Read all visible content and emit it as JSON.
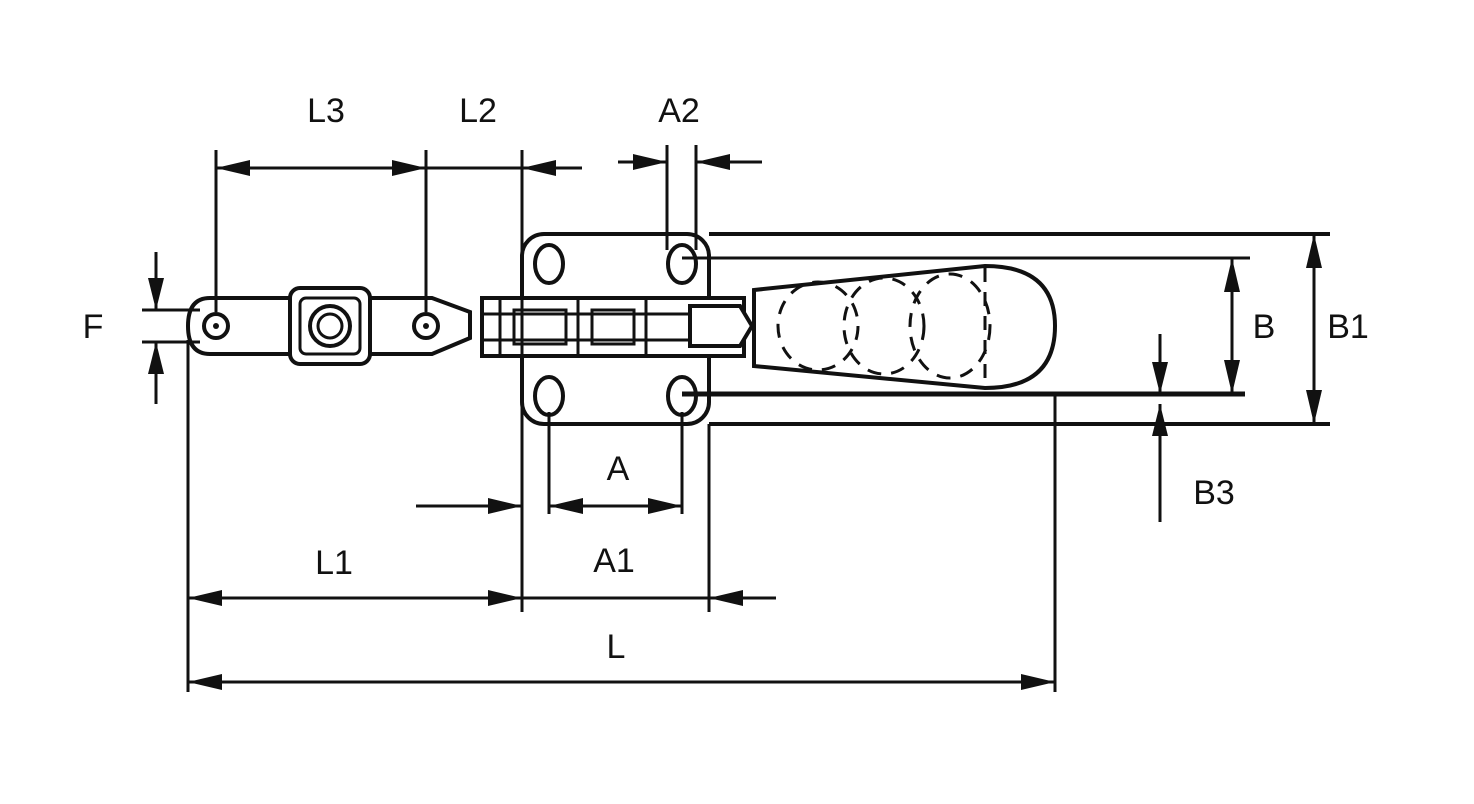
{
  "labels": {
    "L3": "L3",
    "L2": "L2",
    "A2": "A2",
    "F": "F",
    "B": "B",
    "B1": "B1",
    "B3": "B3",
    "A": "A",
    "L1": "L1",
    "A1": "A1",
    "L": "L"
  },
  "colors": {
    "line": "#111111",
    "background": "#ffffff"
  }
}
